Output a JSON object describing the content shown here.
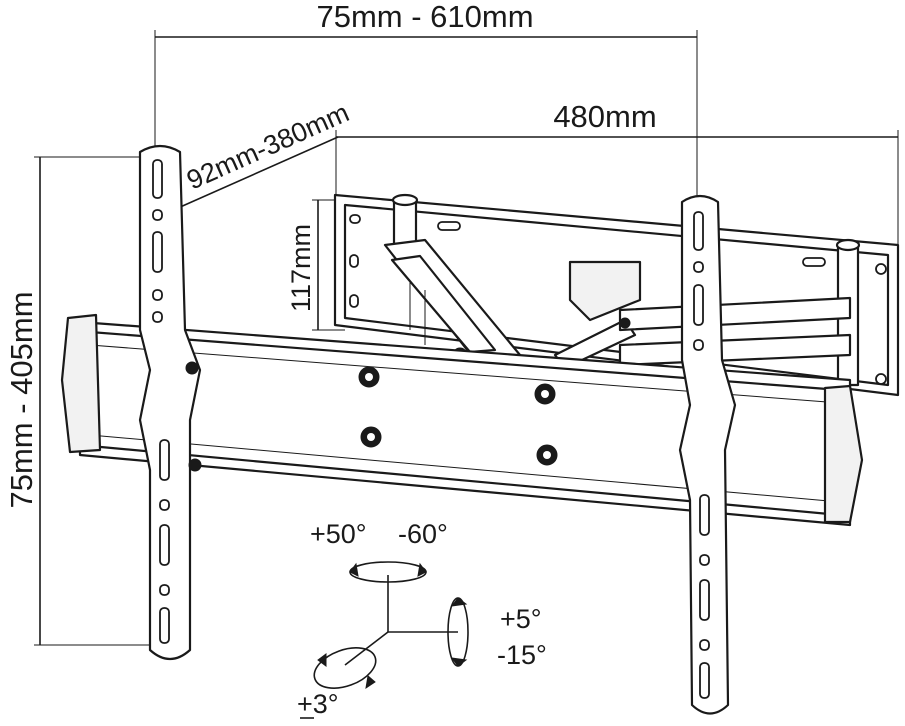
{
  "dimensions": {
    "vesa_width": "75mm - 610mm",
    "vesa_height": "75mm - 405mm",
    "arm_extension": "92mm-380mm",
    "wall_plate_width": "480mm",
    "wall_plate_height": "117mm"
  },
  "rotation": {
    "swivel_left": "+50°",
    "swivel_right": "-60°",
    "tilt_up": "+5°",
    "tilt_down": "-15°",
    "level": "+3°"
  }
}
